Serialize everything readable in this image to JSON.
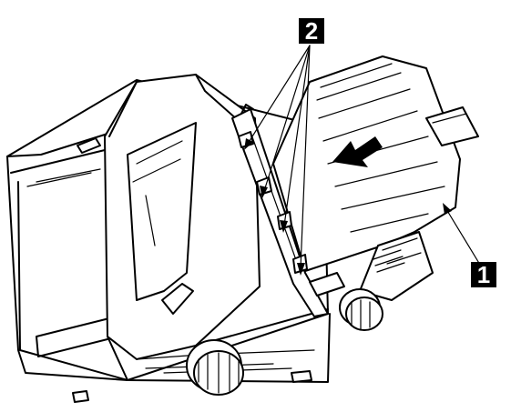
{
  "diagram": {
    "callouts": [
      {
        "label": "1",
        "target": "tractor-feed-unit"
      },
      {
        "label": "2",
        "target": "mounting-pins"
      }
    ],
    "arrow": {
      "direction": "insert-toward-printer",
      "icon": "bold-arrow"
    },
    "colors": {
      "line": "#000000",
      "background": "#ffffff",
      "badge": "#000000",
      "badge_text": "#ffffff"
    }
  }
}
